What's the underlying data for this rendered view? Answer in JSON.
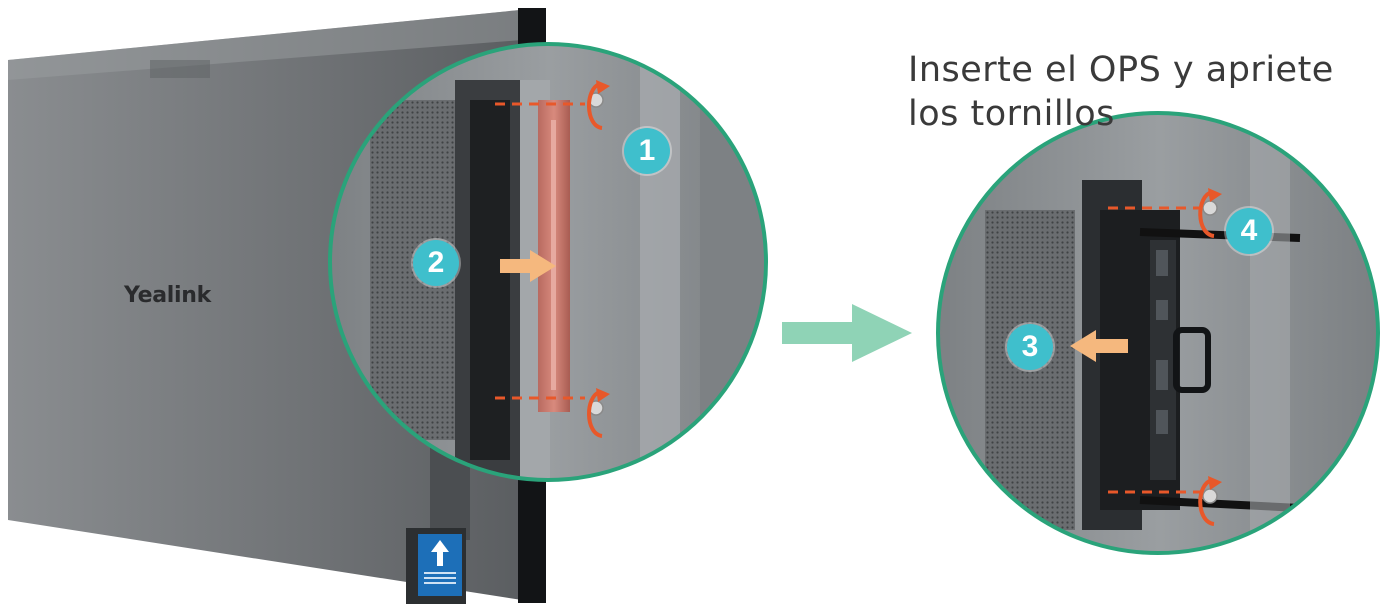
{
  "caption": "Inserte el OPS y apriete los tornillos",
  "brand_logo": "Yealink",
  "steps": [
    "1",
    "2",
    "3",
    "4"
  ],
  "colors": {
    "accent_ring": "#2aa37a",
    "step_badge": "#3fbfcc",
    "arrow_orange": "#f28a3a",
    "screw_orange": "#e8582a",
    "next_arrow": "#8fd3b6",
    "device_body": "#6e7174",
    "upright_sticker": "#1d6fb8"
  },
  "icons": [
    "up-arrow-icon",
    "rotate-screw-icon",
    "push-arrow-icon",
    "next-step-arrow-icon"
  ]
}
